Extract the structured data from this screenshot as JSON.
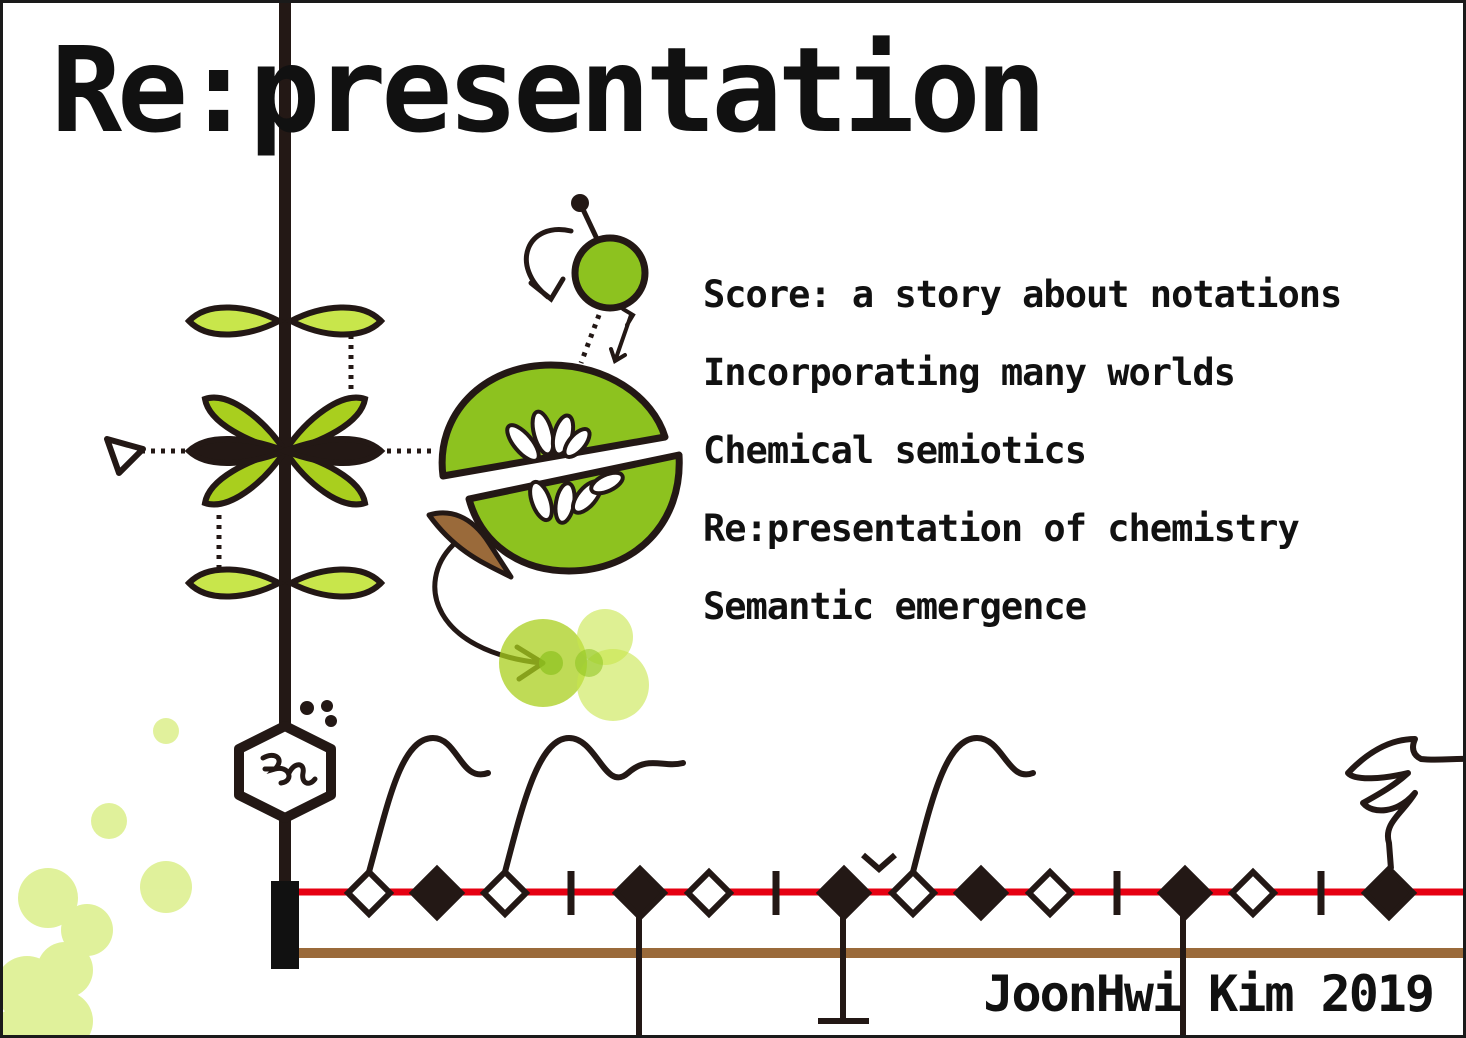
{
  "title": "Re:presentation",
  "topics": [
    "Score: a story about notations",
    "Incorporating many worlds",
    "Chemical semiotics",
    "Re:presentation of chemistry",
    "Semantic emergence"
  ],
  "credit": "JoonHwi Kim 2019",
  "colors": {
    "ink": "#231815",
    "leaf_green": "#8dc21f",
    "pale_green": "#c8e64b",
    "staff_red": "#e60012",
    "staff_brown": "#9a6a3a"
  },
  "icons": [
    "vertical-staff-line",
    "leaf-cluster-icon",
    "triangle-arrow-icon",
    "split-green-fruit-icon",
    "small-green-circle-icon",
    "hexagon-glyph-icon",
    "diamond-note-icon",
    "bubble-cluster-icon"
  ]
}
